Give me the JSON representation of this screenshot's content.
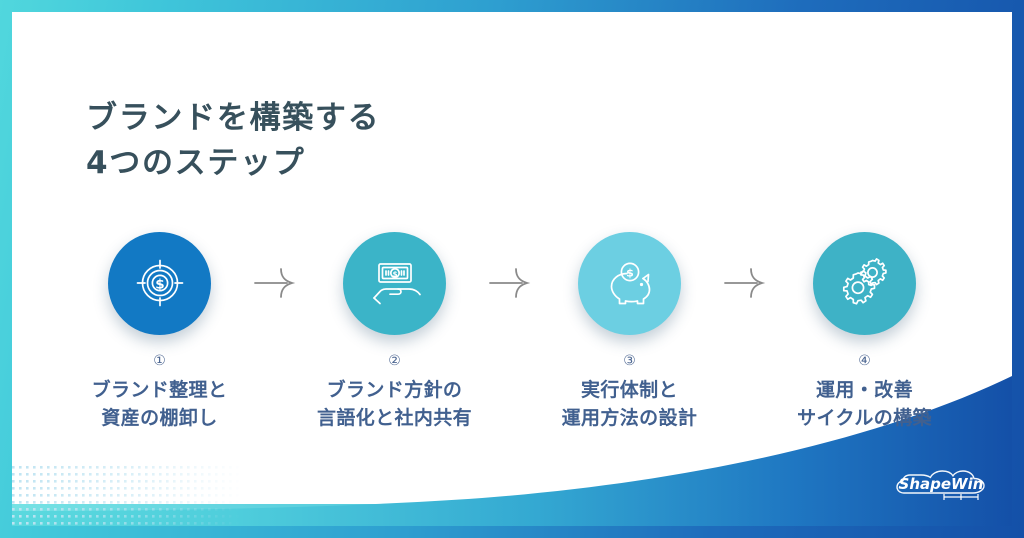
{
  "slide": {
    "title": "ブランドを構築する\n4つのステップ",
    "brand": {
      "logo_text": "ShapeWin",
      "logo_name": "shapewin-logo"
    },
    "colors": {
      "frame_start": "#51D7DD",
      "frame_end": "#1450A8",
      "title_color": "#37505C",
      "label_color": "#41608F",
      "number_color": "#4D6792",
      "arrow_color": "#8A8A8A",
      "step1_circle": "#1279C4",
      "step2_circle": "#3BB4C8",
      "step3_circle": "#6CCFE2",
      "step4_circle": "#3EB2C6",
      "icon_stroke": "#FFFFFF",
      "dot_color": "#BFE4F2"
    }
  },
  "steps": [
    {
      "number": "①",
      "label": "ブランド整理と\n資産の棚卸し",
      "icon": "target-dollar-icon",
      "color": "#1279C4"
    },
    {
      "number": "②",
      "label": "ブランド方針の\n言語化と社内共有",
      "icon": "hand-money-icon",
      "color": "#3BB4C8"
    },
    {
      "number": "③",
      "label": "実行体制と\n運用方法の設計",
      "icon": "piggy-bank-icon",
      "color": "#6CCFE2"
    },
    {
      "number": "④",
      "label": "運用・改善\nサイクルの構築",
      "icon": "gears-icon",
      "color": "#3EB2C6"
    }
  ],
  "connectors": [
    {
      "name": "arrow-1-to-2",
      "icon": "arrow-right-icon"
    },
    {
      "name": "arrow-2-to-3",
      "icon": "arrow-right-icon"
    },
    {
      "name": "arrow-3-to-4",
      "icon": "arrow-right-icon"
    }
  ]
}
